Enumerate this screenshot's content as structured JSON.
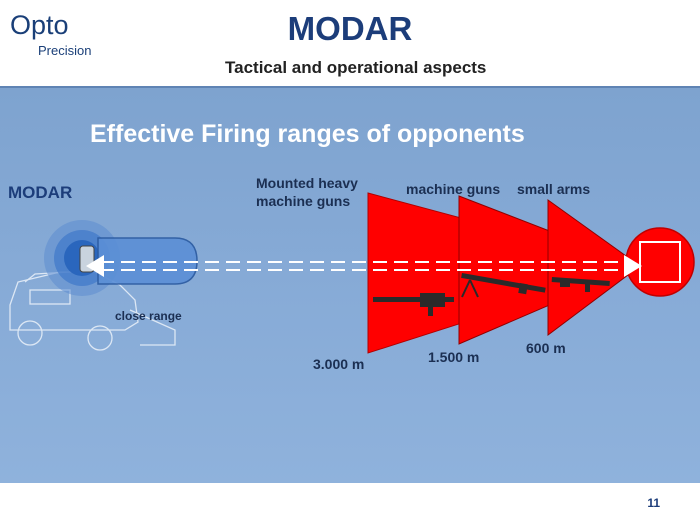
{
  "logo": {
    "primary": "Opto",
    "secondary": "Precision"
  },
  "header": {
    "title": "MODAR",
    "subtitle": "Tactical and operational aspects"
  },
  "slide": {
    "heading": "Effective Firing ranges of opponents",
    "modar_label": "MODAR",
    "close_range_label": "close range",
    "weapons": [
      {
        "name_line1": "Mounted heavy",
        "name_line2": "machine guns",
        "range": "3.000 m"
      },
      {
        "name_line1": "machine guns",
        "name_line2": "",
        "range": "1.500 m"
      },
      {
        "name_line1": "small arms",
        "name_line2": "",
        "range": "600 m"
      }
    ]
  },
  "footer": {
    "page_number": "11"
  },
  "colors": {
    "title": "#1c3d7a",
    "cone": "#ff0000",
    "panel": "#86aad6"
  }
}
